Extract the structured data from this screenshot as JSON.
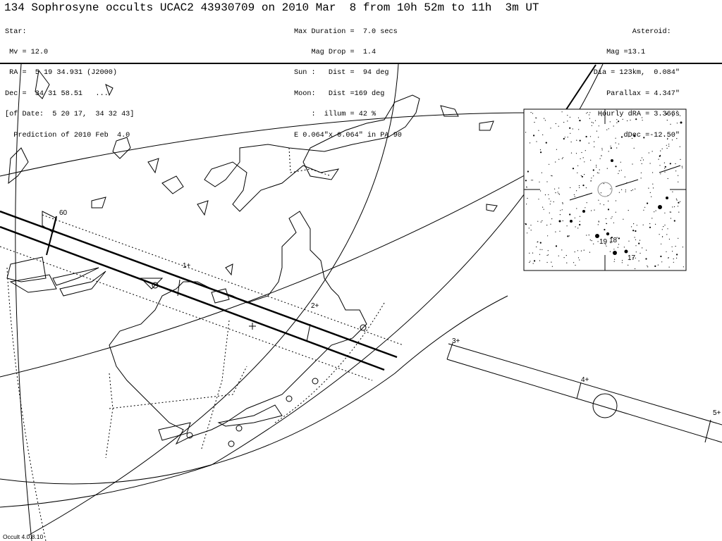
{
  "title": "134 Sophrosyne occults UCAC2 43930709 on 2010 Mar  8 from 10h 52m to 11h  3m UT",
  "star": {
    "heading": "Star:",
    "mv": " Mv = 12.0",
    "ra": " RA =  5 19 34.931 (J2000)",
    "dec": "Dec =  34 31 58.51   ...",
    "of_date": "[of Date:  5 20 17,  34 32 43]",
    "prediction": "  Prediction of 2010 Feb  4.0"
  },
  "event": {
    "max_duration": "Max Duration =  7.0 secs",
    "mag_drop": "    Mag Drop =  1.4",
    "sun": "Sun :   Dist =  94 deg",
    "moon": "Moon:   Dist =169 deg",
    "illum": "    :  illum = 42 %",
    "ellipse": "E 0.064\"x 0.064\" in PA 90"
  },
  "asteroid": {
    "heading": "Asteroid:  ",
    "mag": "Mag =13.1        ",
    "dia": "Dia = 123km,  0.084\"",
    "parallax": "Parallax = 4.347\"",
    "dra": "Hourly dRA = 3.366s",
    "ddec": "dDec =-12.50\""
  },
  "map": {
    "path_labels": [
      "60",
      "1+",
      "2+",
      "3+",
      "4+",
      "5+"
    ]
  },
  "star_chart": {
    "labels": [
      "19",
      "18",
      "17"
    ]
  },
  "footer": "Occult 4.0.8.10"
}
